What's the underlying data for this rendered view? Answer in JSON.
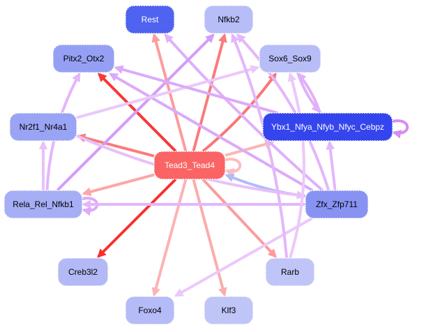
{
  "graph": {
    "type": "directed-network",
    "nodes": [
      {
        "id": "Rest",
        "label": "Rest",
        "fill": "#4f63f0",
        "text": "#ffffff"
      },
      {
        "id": "Nfkb2",
        "label": "Nfkb2",
        "fill": "#b7bdf7",
        "text": "#000000"
      },
      {
        "id": "Pitx2_Otx2",
        "label": "Pitx2_Otx2",
        "fill": "#95a0f4",
        "text": "#000000"
      },
      {
        "id": "Sox6_Sox9",
        "label": "Sox6_Sox9",
        "fill": "#b7bdf7",
        "text": "#000000"
      },
      {
        "id": "Nr2f1_Nr4a1",
        "label": "Nr2f1_Nr4a1",
        "fill": "#9aa4f4",
        "text": "#000000"
      },
      {
        "id": "Ybx1_Nfya_Nfyb_Nfyc_Cebpz",
        "label": "Ybx1_Nfya_Nfyb_Nfyc_Cebpz",
        "fill": "#3545ee",
        "text": "#ffffff"
      },
      {
        "id": "Tead3_Tead4",
        "label": "Tead3_Tead4",
        "fill": "#fa6464",
        "text": "#ffffff"
      },
      {
        "id": "Rela_Rel_Nfkb1",
        "label": "Rela_Rel_Nfkb1",
        "fill": "#a6aef5",
        "text": "#000000"
      },
      {
        "id": "Zfx_Zfp711",
        "label": "Zfx_Zfp711",
        "fill": "#8892f3",
        "text": "#000000"
      },
      {
        "id": "Creb3l2",
        "label": "Creb3l2",
        "fill": "#b3b9f6",
        "text": "#000000"
      },
      {
        "id": "Rarb",
        "label": "Rarb",
        "fill": "#c0c5f8",
        "text": "#000000"
      },
      {
        "id": "Foxo4",
        "label": "Foxo4",
        "fill": "#b5bbf7",
        "text": "#000000"
      },
      {
        "id": "Klf3",
        "label": "Klf3",
        "fill": "#c0c5f8",
        "text": "#000000"
      }
    ],
    "edges": [
      {
        "from": "Tead3_Tead4",
        "to": "Rest",
        "color": "#fc9c9c"
      },
      {
        "from": "Tead3_Tead4",
        "to": "Nfkb2",
        "color": "#fb7b7b"
      },
      {
        "from": "Tead3_Tead4",
        "to": "Pitx2_Otx2",
        "color": "#fa3636"
      },
      {
        "from": "Tead3_Tead4",
        "to": "Sox6_Sox9",
        "color": "#fb7575"
      },
      {
        "from": "Tead3_Tead4",
        "to": "Nr2f1_Nr4a1",
        "color": "#fb7b7b"
      },
      {
        "from": "Tead3_Tead4",
        "to": "Ybx1_Nfya_Nfyb_Nfyc_Cebpz",
        "color": "#fcb5b5"
      },
      {
        "from": "Tead3_Tead4",
        "to": "Tead3_Tead4",
        "color": "#fcbcbc"
      },
      {
        "from": "Tead3_Tead4",
        "to": "Rela_Rel_Nfkb1",
        "color": "#fca6a6"
      },
      {
        "from": "Tead3_Tead4",
        "to": "Creb3l2",
        "color": "#fa3030"
      },
      {
        "from": "Tead3_Tead4",
        "to": "Foxo4",
        "color": "#fcb3b3"
      },
      {
        "from": "Tead3_Tead4",
        "to": "Klf3",
        "color": "#fcacac"
      },
      {
        "from": "Tead3_Tead4",
        "to": "Rarb",
        "color": "#fc9c9c"
      },
      {
        "from": "Zfx_Zfp711",
        "to": "Tead3_Tead4",
        "color": "#b3bbf8"
      },
      {
        "from": "Zfx_Zfp711",
        "to": "Ybx1_Nfya_Nfyb_Nfyc_Cebpz",
        "color": "#e4b6fa"
      },
      {
        "from": "Zfx_Zfp711",
        "to": "Nfkb2",
        "color": "#e4b6fa"
      },
      {
        "from": "Zfx_Zfp711",
        "to": "Pitx2_Otx2",
        "color": "#dcaaf9"
      },
      {
        "from": "Zfx_Zfp711",
        "to": "Rest",
        "color": "#e0b0fa"
      },
      {
        "from": "Zfx_Zfp711",
        "to": "Foxo4",
        "color": "#ecc8fb"
      },
      {
        "from": "Rela_Rel_Nfkb1",
        "to": "Rela_Rel_Nfkb1",
        "color": "#dcaaf9"
      },
      {
        "from": "Rela_Rel_Nfkb1",
        "to": "Nr2f1_Nr4a1",
        "color": "#e8c0fa"
      },
      {
        "from": "Rela_Rel_Nfkb1",
        "to": "Pitx2_Otx2",
        "color": "#e4b6fa"
      },
      {
        "from": "Rela_Rel_Nfkb1",
        "to": "Nfkb2",
        "color": "#d29cf8"
      },
      {
        "from": "Zfx_Zfp711",
        "to": "Rela_Rel_Nfkb1",
        "color": "#e4b6fa"
      },
      {
        "from": "Nr2f1_Nr4a1",
        "to": "Sox6_Sox9",
        "color": "#ecc8fb"
      },
      {
        "from": "Nr2f1_Nr4a1",
        "to": "Zfx_Zfp711",
        "color": "#e8c0fa"
      },
      {
        "from": "Sox6_Sox9",
        "to": "Ybx1_Nfya_Nfyb_Nfyc_Cebpz",
        "color": "#e0b0fa"
      },
      {
        "from": "Ybx1_Nfya_Nfyb_Nfyc_Cebpz",
        "to": "Sox6_Sox9",
        "color": "#e0b0fa"
      },
      {
        "from": "Ybx1_Nfya_Nfyb_Nfyc_Cebpz",
        "to": "Ybx1_Nfya_Nfyb_Nfyc_Cebpz",
        "color": "#d78cf0"
      },
      {
        "from": "Ybx1_Nfya_Nfyb_Nfyc_Cebpz",
        "to": "Pitx2_Otx2",
        "color": "#dcaaf9"
      },
      {
        "from": "Rarb",
        "to": "Sox6_Sox9",
        "color": "#ecc8fb"
      },
      {
        "from": "Rarb",
        "to": "Nfkb2",
        "color": "#e4b6fa"
      }
    ]
  }
}
